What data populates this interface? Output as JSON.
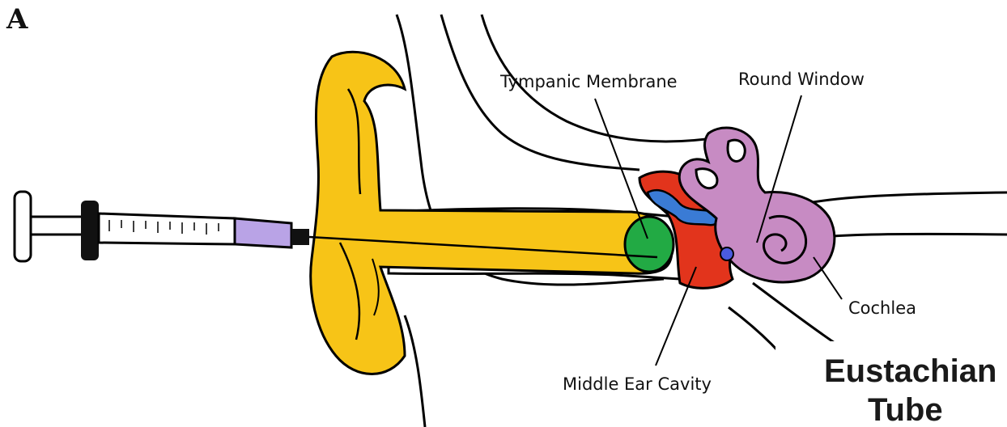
{
  "figure": {
    "panel_letter": "A",
    "labels": {
      "tympanic_membrane": "Tympanic Membrane",
      "round_window": "Round Window",
      "cochlea": "Cochlea",
      "middle_ear_cavity": "Middle Ear Cavity",
      "eustachian_line1": "Eustachian",
      "eustachian_line2": "Tube"
    },
    "colors": {
      "outer_ear": "#F7C417",
      "tympanic_membrane": "#22AA44",
      "middle_ear": "#E2341C",
      "ossicles": "#3A7BD5",
      "cochlea": "#C78BC3",
      "syringe_fluid": "#B9A3E6",
      "outline": "#000000"
    }
  }
}
